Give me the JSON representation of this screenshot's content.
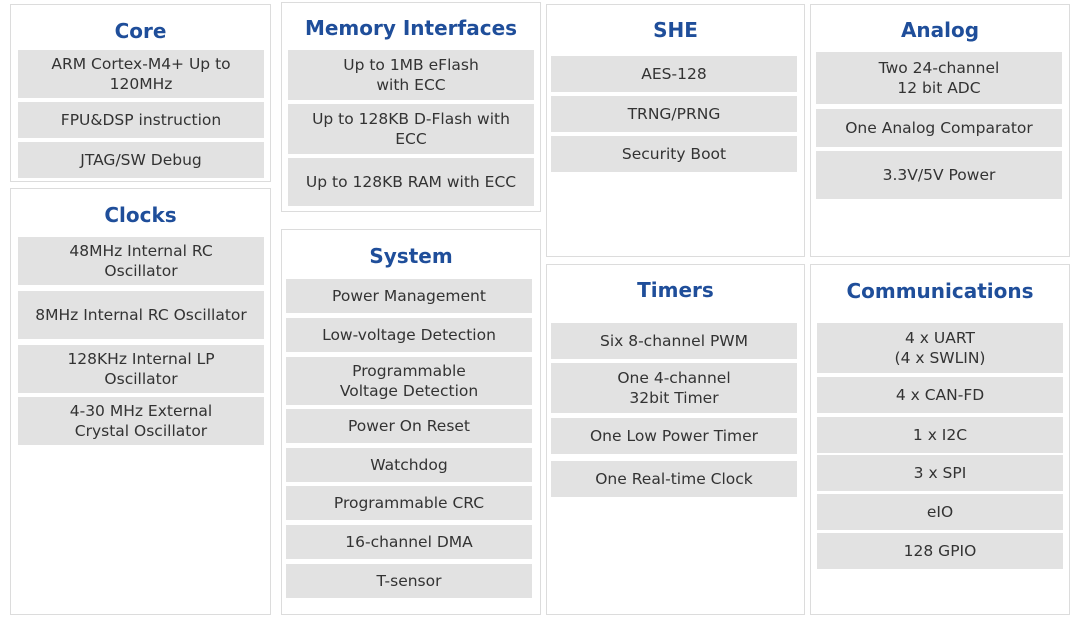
{
  "colors": {
    "title": "#1f4e9a",
    "cell_bg": "#e2e2e2",
    "panel_border": "#dcdcdc",
    "text": "#333333"
  },
  "core": {
    "title": "Core",
    "items": [
      "ARM Cortex-M4+ Up to\n120MHz",
      "FPU&DSP instruction",
      "JTAG/SW Debug"
    ]
  },
  "clocks": {
    "title": "Clocks",
    "items": [
      "48MHz Internal RC\nOscillator",
      "8MHz Internal RC Oscillator",
      "128KHz Internal LP\nOscillator",
      "4-30 MHz External\nCrystal Oscillator"
    ]
  },
  "memory": {
    "title": "Memory Interfaces",
    "items": [
      "Up to 1MB eFlash\nwith ECC",
      "Up to 128KB D-Flash with\nECC",
      "Up to 128KB RAM with ECC"
    ]
  },
  "system": {
    "title": "System",
    "items": [
      "Power Management",
      "Low-voltage Detection",
      "Programmable\nVoltage Detection",
      "Power On Reset",
      "Watchdog",
      "Programmable CRC",
      "16-channel DMA",
      "T-sensor"
    ]
  },
  "she": {
    "title": "SHE",
    "items": [
      "AES-128",
      "TRNG/PRNG",
      "Security Boot"
    ]
  },
  "timers": {
    "title": "Timers",
    "items": [
      "Six 8-channel PWM",
      "One 4-channel\n32bit Timer",
      "One Low Power Timer",
      "One Real-time Clock"
    ]
  },
  "analog": {
    "title": "Analog",
    "items": [
      "Two 24-channel\n12 bit ADC",
      "One Analog Comparator",
      "3.3V/5V Power"
    ]
  },
  "communications": {
    "title": "Communications",
    "items": [
      "4 x UART\n(4 x SWLIN)",
      "4 x CAN-FD",
      "1 x I2C",
      "3 x SPI",
      "eIO",
      "128 GPIO"
    ]
  }
}
